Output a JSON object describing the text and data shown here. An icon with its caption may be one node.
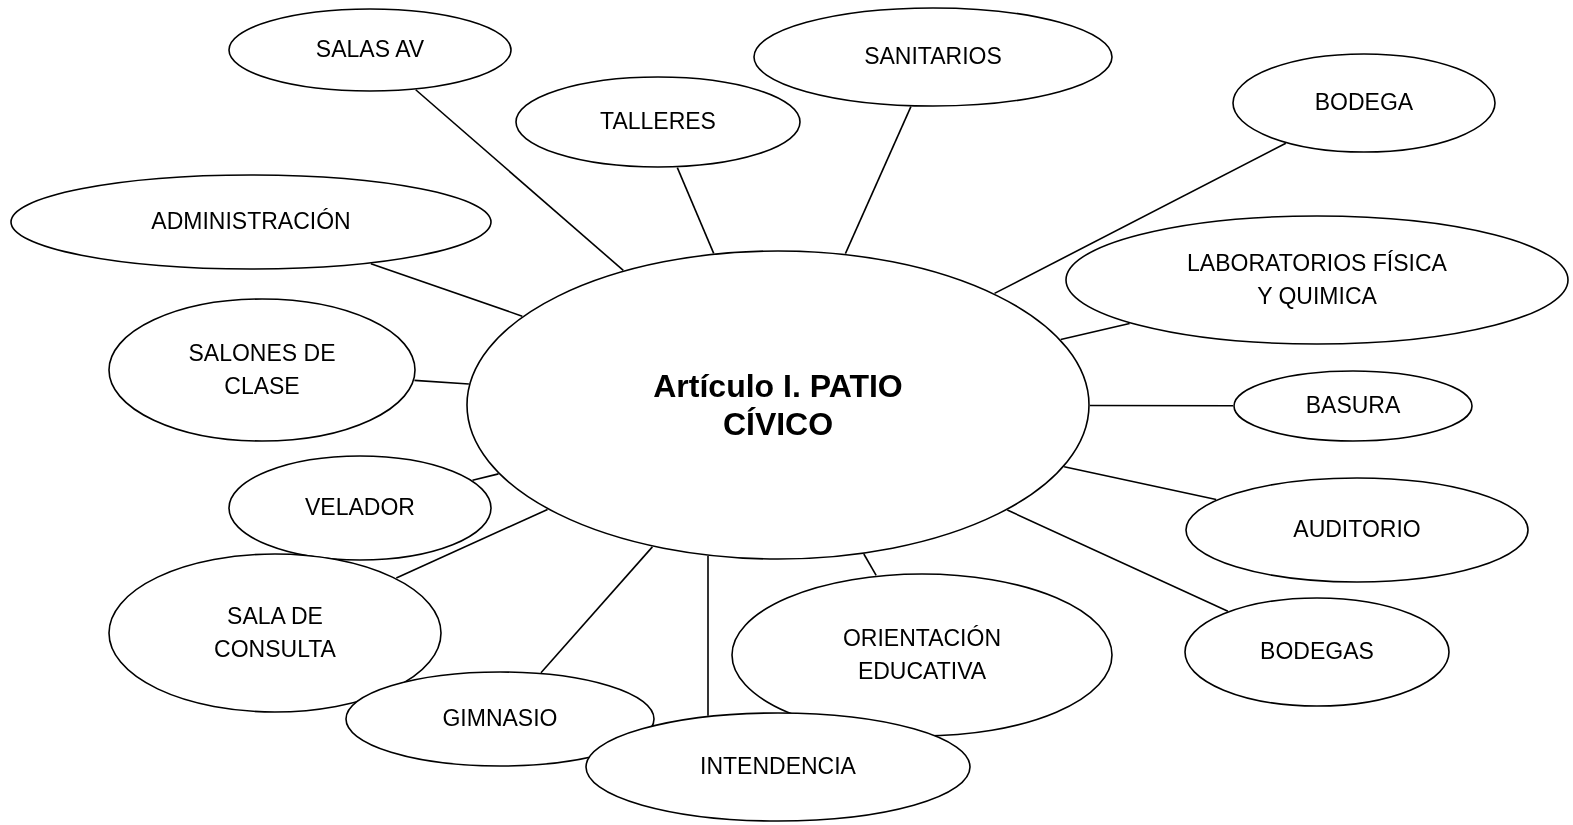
{
  "diagram": {
    "nodes": [
      {
        "text": [
          "Artículo I. PATIO CÍVICO"
        ]
      },
      {
        "text": [
          "SALAS AV"
        ]
      },
      {
        "text": [
          "SANITARIOS"
        ]
      },
      {
        "text": [
          "BODEGA"
        ]
      },
      {
        "text": [
          "TALLERES"
        ]
      },
      {
        "text": [
          "ADMINISTRACIÓN"
        ]
      },
      {
        "text": [
          "LABORATORIOS FÍSICA Y QUIMICA"
        ]
      },
      {
        "text": [
          "SALONES DE CLASE"
        ]
      },
      {
        "text": [
          "BASURA"
        ]
      },
      {
        "text": [
          "VELADOR"
        ]
      },
      {
        "text": [
          "AUDITORIO"
        ]
      },
      {
        "text": [
          "SALA DE CONSULTA"
        ]
      },
      {
        "text": [
          "ORIENTACIÓN EDUCATIVA"
        ]
      },
      {
        "text": [
          "BODEGAS"
        ]
      },
      {
        "text": [
          "GIMNASIO"
        ]
      },
      {
        "text": [
          "INTENDENCIA"
        ]
      }
    ],
    "edges": [
      {
        "from": 0,
        "to": 1,
        "arrow": "none"
      },
      {
        "from": 0,
        "to": 2,
        "arrow": "none"
      },
      {
        "from": 0,
        "to": 3,
        "arrow": "none"
      },
      {
        "from": 0,
        "to": 4,
        "arrow": "none"
      },
      {
        "from": 0,
        "to": 5,
        "arrow": "none"
      },
      {
        "from": 0,
        "to": 6,
        "arrow": "none"
      },
      {
        "from": 0,
        "to": 7,
        "arrow": "none"
      },
      {
        "from": 0,
        "to": 8,
        "arrow": "none"
      },
      {
        "from": 0,
        "to": 9,
        "arrow": "none"
      },
      {
        "from": 0,
        "to": 10,
        "arrow": "none"
      },
      {
        "from": 0,
        "to": 11,
        "arrow": "none"
      },
      {
        "from": 0,
        "to": 12,
        "arrow": "none"
      },
      {
        "from": 0,
        "to": 13,
        "arrow": "none"
      },
      {
        "from": 0,
        "to": 14,
        "arrow": "none"
      },
      {
        "from": 0,
        "to": 15,
        "arrow": "none"
      }
    ]
  }
}
